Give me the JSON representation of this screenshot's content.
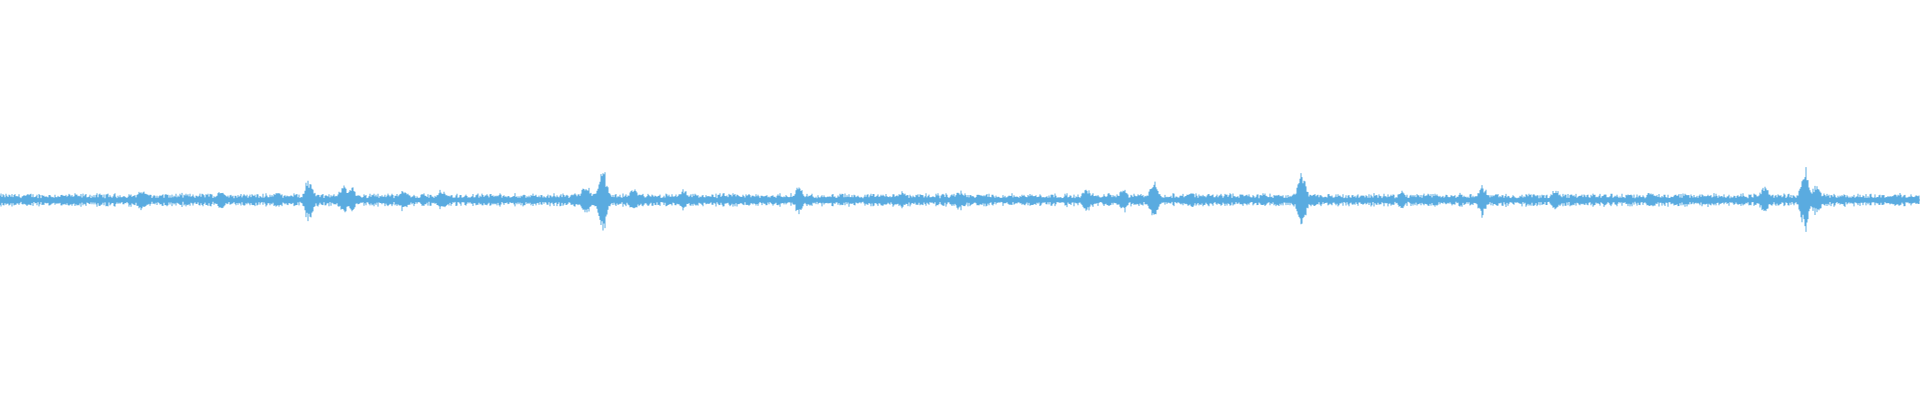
{
  "waveform": {
    "color": "#5aabe0",
    "baseline_amplitude": 0.012,
    "bursts": [
      {
        "pos": 0.074,
        "amp": 0.035
      },
      {
        "pos": 0.115,
        "amp": 0.03
      },
      {
        "pos": 0.1445,
        "amp": 0.025
      },
      {
        "pos": 0.161,
        "amp": 0.062
      },
      {
        "pos": 0.179,
        "amp": 0.05
      },
      {
        "pos": 0.183,
        "amp": 0.04
      },
      {
        "pos": 0.21,
        "amp": 0.03
      },
      {
        "pos": 0.23,
        "amp": 0.03
      },
      {
        "pos": 0.305,
        "amp": 0.05
      },
      {
        "pos": 0.314,
        "amp": 0.095
      },
      {
        "pos": 0.33,
        "amp": 0.035
      },
      {
        "pos": 0.356,
        "amp": 0.028
      },
      {
        "pos": 0.416,
        "amp": 0.04
      },
      {
        "pos": 0.47,
        "amp": 0.025
      },
      {
        "pos": 0.5,
        "amp": 0.03
      },
      {
        "pos": 0.566,
        "amp": 0.035
      },
      {
        "pos": 0.585,
        "amp": 0.035
      },
      {
        "pos": 0.601,
        "amp": 0.06
      },
      {
        "pos": 0.62,
        "amp": 0.025
      },
      {
        "pos": 0.678,
        "amp": 0.092
      },
      {
        "pos": 0.73,
        "amp": 0.025
      },
      {
        "pos": 0.772,
        "amp": 0.045
      },
      {
        "pos": 0.81,
        "amp": 0.03
      },
      {
        "pos": 0.86,
        "amp": 0.025
      },
      {
        "pos": 0.919,
        "amp": 0.04
      },
      {
        "pos": 0.94,
        "amp": 0.092
      },
      {
        "pos": 0.946,
        "amp": 0.045
      }
    ]
  }
}
